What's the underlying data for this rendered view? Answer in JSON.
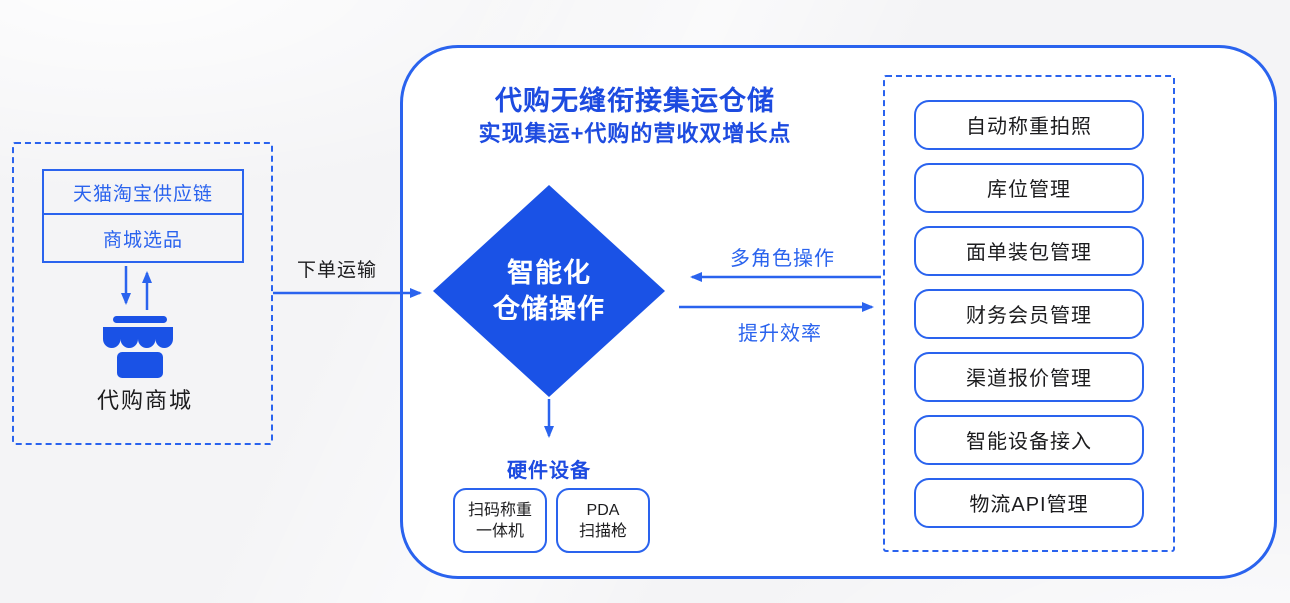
{
  "colors": {
    "accent": "#2a63ee",
    "diamond_fill": "#1a52e6",
    "title_blue": "#1d4be0",
    "text_dark": "#1c1c1e",
    "canvas_bg": "#f4f4f6",
    "panel_bg": "#ffffff"
  },
  "left_panel": {
    "supply_chain_label": "天猫淘宝供应链",
    "selection_label": "商城选品",
    "store_icon": "storefront-icon",
    "store_label": "代购商城"
  },
  "flow": {
    "order_transport_label": "下单运输",
    "multi_role_label": "多角色操作",
    "efficiency_label": "提升效率"
  },
  "main_panel": {
    "title": "代购无缝衔接集运仓储",
    "subtitle": "实现集运+代购的营收双增长点",
    "diamond": {
      "line1": "智能化",
      "line2": "仓储操作"
    },
    "hardware": {
      "title": "硬件设备",
      "devices": [
        {
          "line1": "扫码称重",
          "line2": "一体机"
        },
        {
          "line1": "PDA",
          "line2": "扫描枪"
        }
      ]
    },
    "modules": [
      "自动称重拍照",
      "库位管理",
      "面单装包管理",
      "财务会员管理",
      "渠道报价管理",
      "智能设备接入",
      "物流API管理"
    ]
  }
}
